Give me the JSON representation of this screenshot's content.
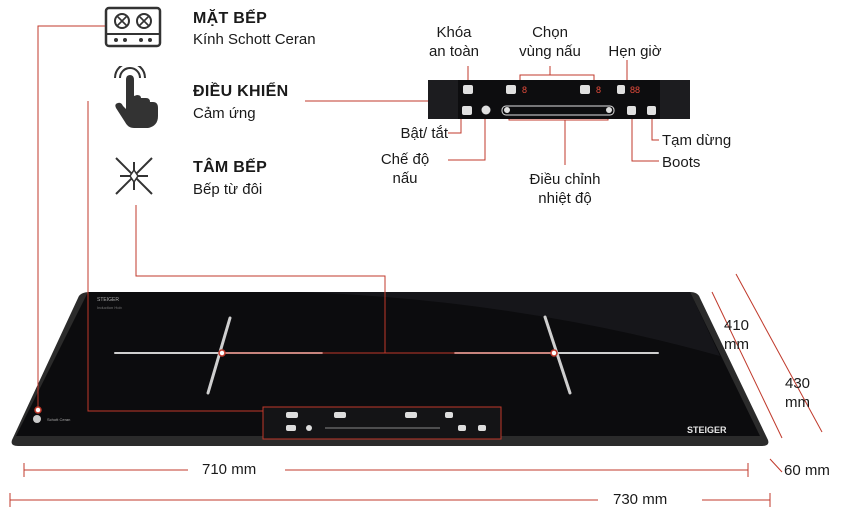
{
  "features": [
    {
      "title": "MẶT BẾP",
      "subtitle": "Kính Schott Ceran",
      "icon": "cooktop-icon"
    },
    {
      "title": "ĐIỀU KHIỂN",
      "subtitle": "Cảm ứng",
      "icon": "touch-hand-icon"
    },
    {
      "title": "TÂM BẾP",
      "subtitle": "Bếp từ đôi",
      "icon": "induction-star-icon"
    }
  ],
  "panel_callouts": {
    "lock": "Khóa\nan toàn",
    "zone": "Chọn\nvùng nấu",
    "timer": "Hẹn giờ",
    "power": "Bật/ tắt",
    "mode": "Chế độ\nnấu",
    "temp": "Điều chỉnh\nnhiệt độ",
    "pause": "Tạm dừng",
    "boost": "Boots"
  },
  "dimensions": {
    "depth": "410\nmm",
    "depth_total": "430\nmm",
    "width": "710 mm",
    "width_total": "730 mm",
    "height": "60 mm"
  },
  "brand": "STEIGER",
  "colors": {
    "leader": "#c0392b",
    "glass": "#0b0b0d",
    "frame": "#2a2a2a"
  }
}
